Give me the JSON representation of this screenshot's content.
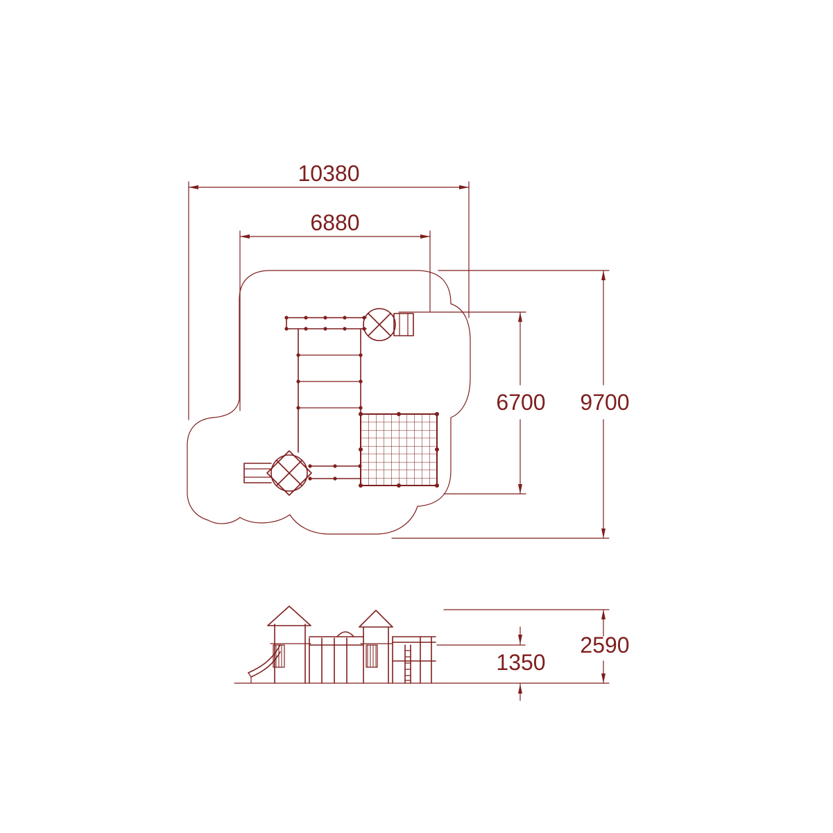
{
  "colors": {
    "line": "#7e1e1e",
    "background": "#ffffff"
  },
  "plan_view": {
    "outer_width_mm": "10380",
    "inner_width_mm": "6880",
    "inner_height_mm": "6700",
    "outer_height_mm": "9700"
  },
  "elevation_view": {
    "overall_height_mm": "2590",
    "platform_height_mm": "1350"
  }
}
